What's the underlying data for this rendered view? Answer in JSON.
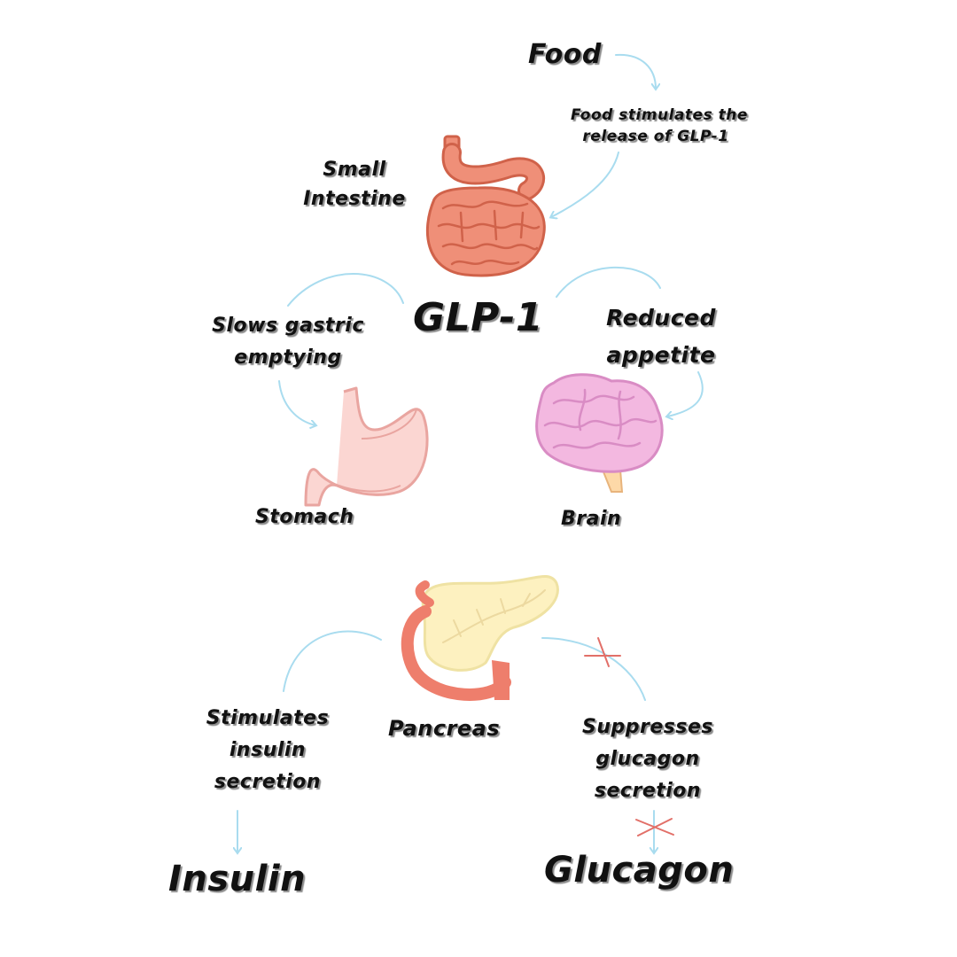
{
  "colors": {
    "arrow": "#a9dcef",
    "cross": "#e26f68",
    "intestine": "#ef8f78",
    "intestine_stroke": "#d0624a",
    "stomach": "#fbd6d2",
    "stomach_stroke": "#e9a5a0",
    "brain": "#f3b8e0",
    "brain_stroke": "#d98cc4",
    "pancreas": "#fdf1c0",
    "pancreas_duct": "#ee7e6c"
  },
  "icons": {
    "intestine": "small-intestine-icon",
    "stomach": "stomach-icon",
    "brain": "brain-icon",
    "pancreas": "pancreas-icon"
  },
  "labels": {
    "food": "Food",
    "food_note": [
      "Food stimulates the",
      "release of GLP-1"
    ],
    "small_intestine": [
      "Small",
      "Intestine"
    ],
    "glp1": "GLP-1",
    "slows": [
      "Slows gastric",
      "emptying"
    ],
    "reduced": [
      "Reduced",
      "appetite"
    ],
    "stomach": "Stomach",
    "brain": "Brain",
    "pancreas": "Pancreas",
    "stimulates": [
      "Stimulates",
      "insulin",
      "secretion"
    ],
    "suppresses": [
      "Suppresses",
      "glucagon",
      "secretion"
    ],
    "insulin": "Insulin",
    "glucagon": "Glucagon"
  }
}
